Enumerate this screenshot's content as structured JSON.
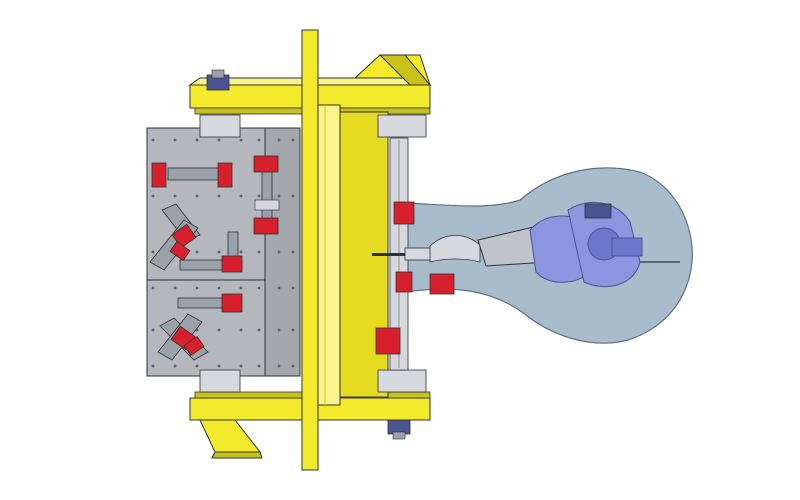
{
  "colors": {
    "background": "#ffffff",
    "frame_yellow": "#f2ea2a",
    "frame_yellow_dark": "#c9c21a",
    "frame_yellow_light": "#faf48a",
    "plate_gray": "#b4b8bd",
    "plate_edge": "#7d8287",
    "envelope_blue": "#a9bccb",
    "clamp_red": "#d8202c",
    "robot_blue": "#8c95e0",
    "robot_dark": "#4b548f",
    "steel": "#9aa1a8",
    "steel_light": "#d5d8dc",
    "outline": "#2f3336"
  },
  "clamps": [
    {
      "id": "clamp-top-left-1"
    },
    {
      "id": "clamp-top-left-2"
    },
    {
      "id": "clamp-top-right-1"
    },
    {
      "id": "clamp-top-right-2"
    },
    {
      "id": "clamp-mid-diag-1"
    },
    {
      "id": "clamp-mid-diag-2"
    },
    {
      "id": "clamp-mid-center"
    },
    {
      "id": "clamp-low-center"
    },
    {
      "id": "clamp-low-diag-1"
    },
    {
      "id": "clamp-low-diag-2"
    },
    {
      "id": "clamp-rail-upper"
    },
    {
      "id": "clamp-rail-mid-1"
    },
    {
      "id": "clamp-rail-mid-2"
    },
    {
      "id": "clamp-rail-lower"
    }
  ]
}
